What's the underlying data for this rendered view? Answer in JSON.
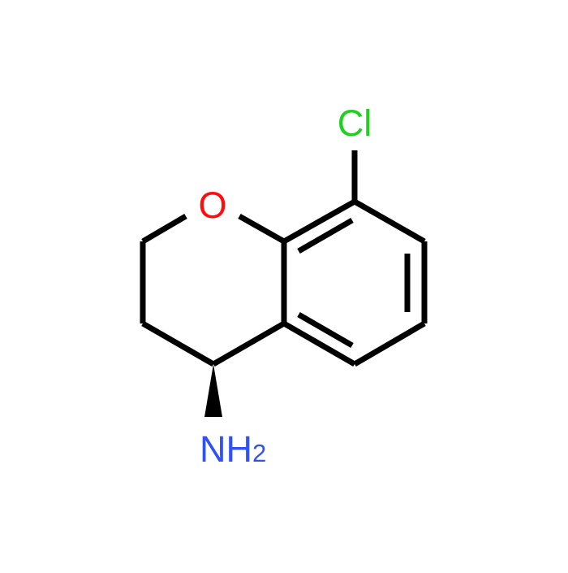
{
  "molecule": {
    "atoms": {
      "chlorine": {
        "symbol": "Cl",
        "color": "#1fd01f"
      },
      "oxygen": {
        "symbol": "O",
        "color": "#ff0d0d"
      },
      "amine": {
        "symbol": "NH",
        "subscript": "2",
        "color": "#3050f8"
      }
    },
    "stereo": "wedge",
    "bond_color": "#000000"
  }
}
